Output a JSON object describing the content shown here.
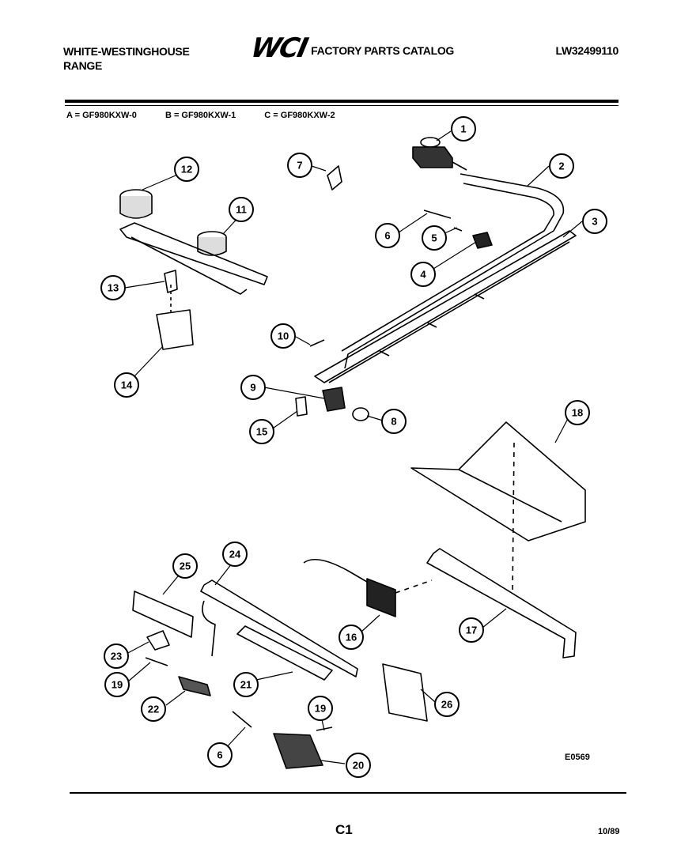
{
  "header": {
    "brand_line1": "WHITE-WESTINGHOUSE",
    "brand_line2": "RANGE",
    "logo": "WCI",
    "catalog_title": "FACTORY PARTS CATALOG",
    "part_number": "LW32499110"
  },
  "models": [
    {
      "label": "A = GF980KXW-0"
    },
    {
      "label": "B = GF980KXW-1"
    },
    {
      "label": "C = GF980KXW-2"
    }
  ],
  "callouts": [
    "1",
    "2",
    "3",
    "4",
    "5",
    "6",
    "7",
    "8",
    "9",
    "10",
    "11",
    "12",
    "13",
    "14",
    "15",
    "16",
    "17",
    "18",
    "19",
    "20",
    "21",
    "22",
    "23",
    "24",
    "25",
    "26",
    "6",
    "19"
  ],
  "diagram_code": "E0569",
  "page_number": "C1",
  "date": "10/89"
}
